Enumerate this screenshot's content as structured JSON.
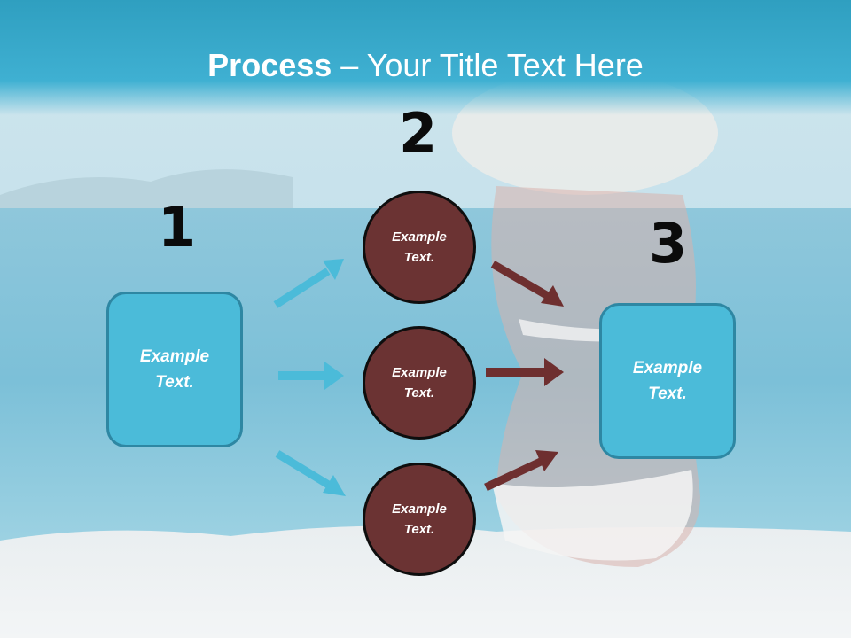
{
  "title": {
    "bold": "Process",
    "rest": " – Your Title Text Here"
  },
  "numbers": [
    "1",
    "2",
    "3"
  ],
  "left_box": {
    "text": "Example\nText."
  },
  "circles": [
    {
      "text": "Example\nText."
    },
    {
      "text": "Example\nText."
    },
    {
      "text": "Example\nText."
    }
  ],
  "right_box": {
    "text": "Example\nText."
  },
  "colors": {
    "accent_blue": "#4bbbd9",
    "circle_fill": "#6b3333",
    "arrow_brown": "#6e2f2f"
  }
}
